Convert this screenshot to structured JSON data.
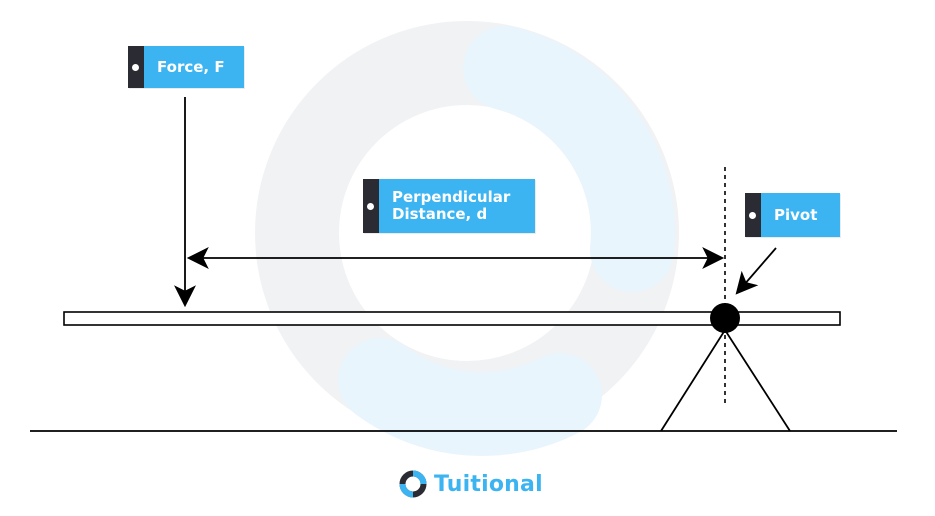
{
  "labels": {
    "force": "Force, F",
    "distance": "Perpendicular\nDistance, d",
    "pivot": "Pivot"
  },
  "logo": {
    "name": "Tuitional"
  },
  "colors": {
    "label_fill": "#3db4f2",
    "label_tab": "#2b2b33",
    "stroke": "#000000",
    "watermark": "#f1f2f4",
    "watermark_accent": "#e9f5fc",
    "logo": "#3db4f2"
  }
}
